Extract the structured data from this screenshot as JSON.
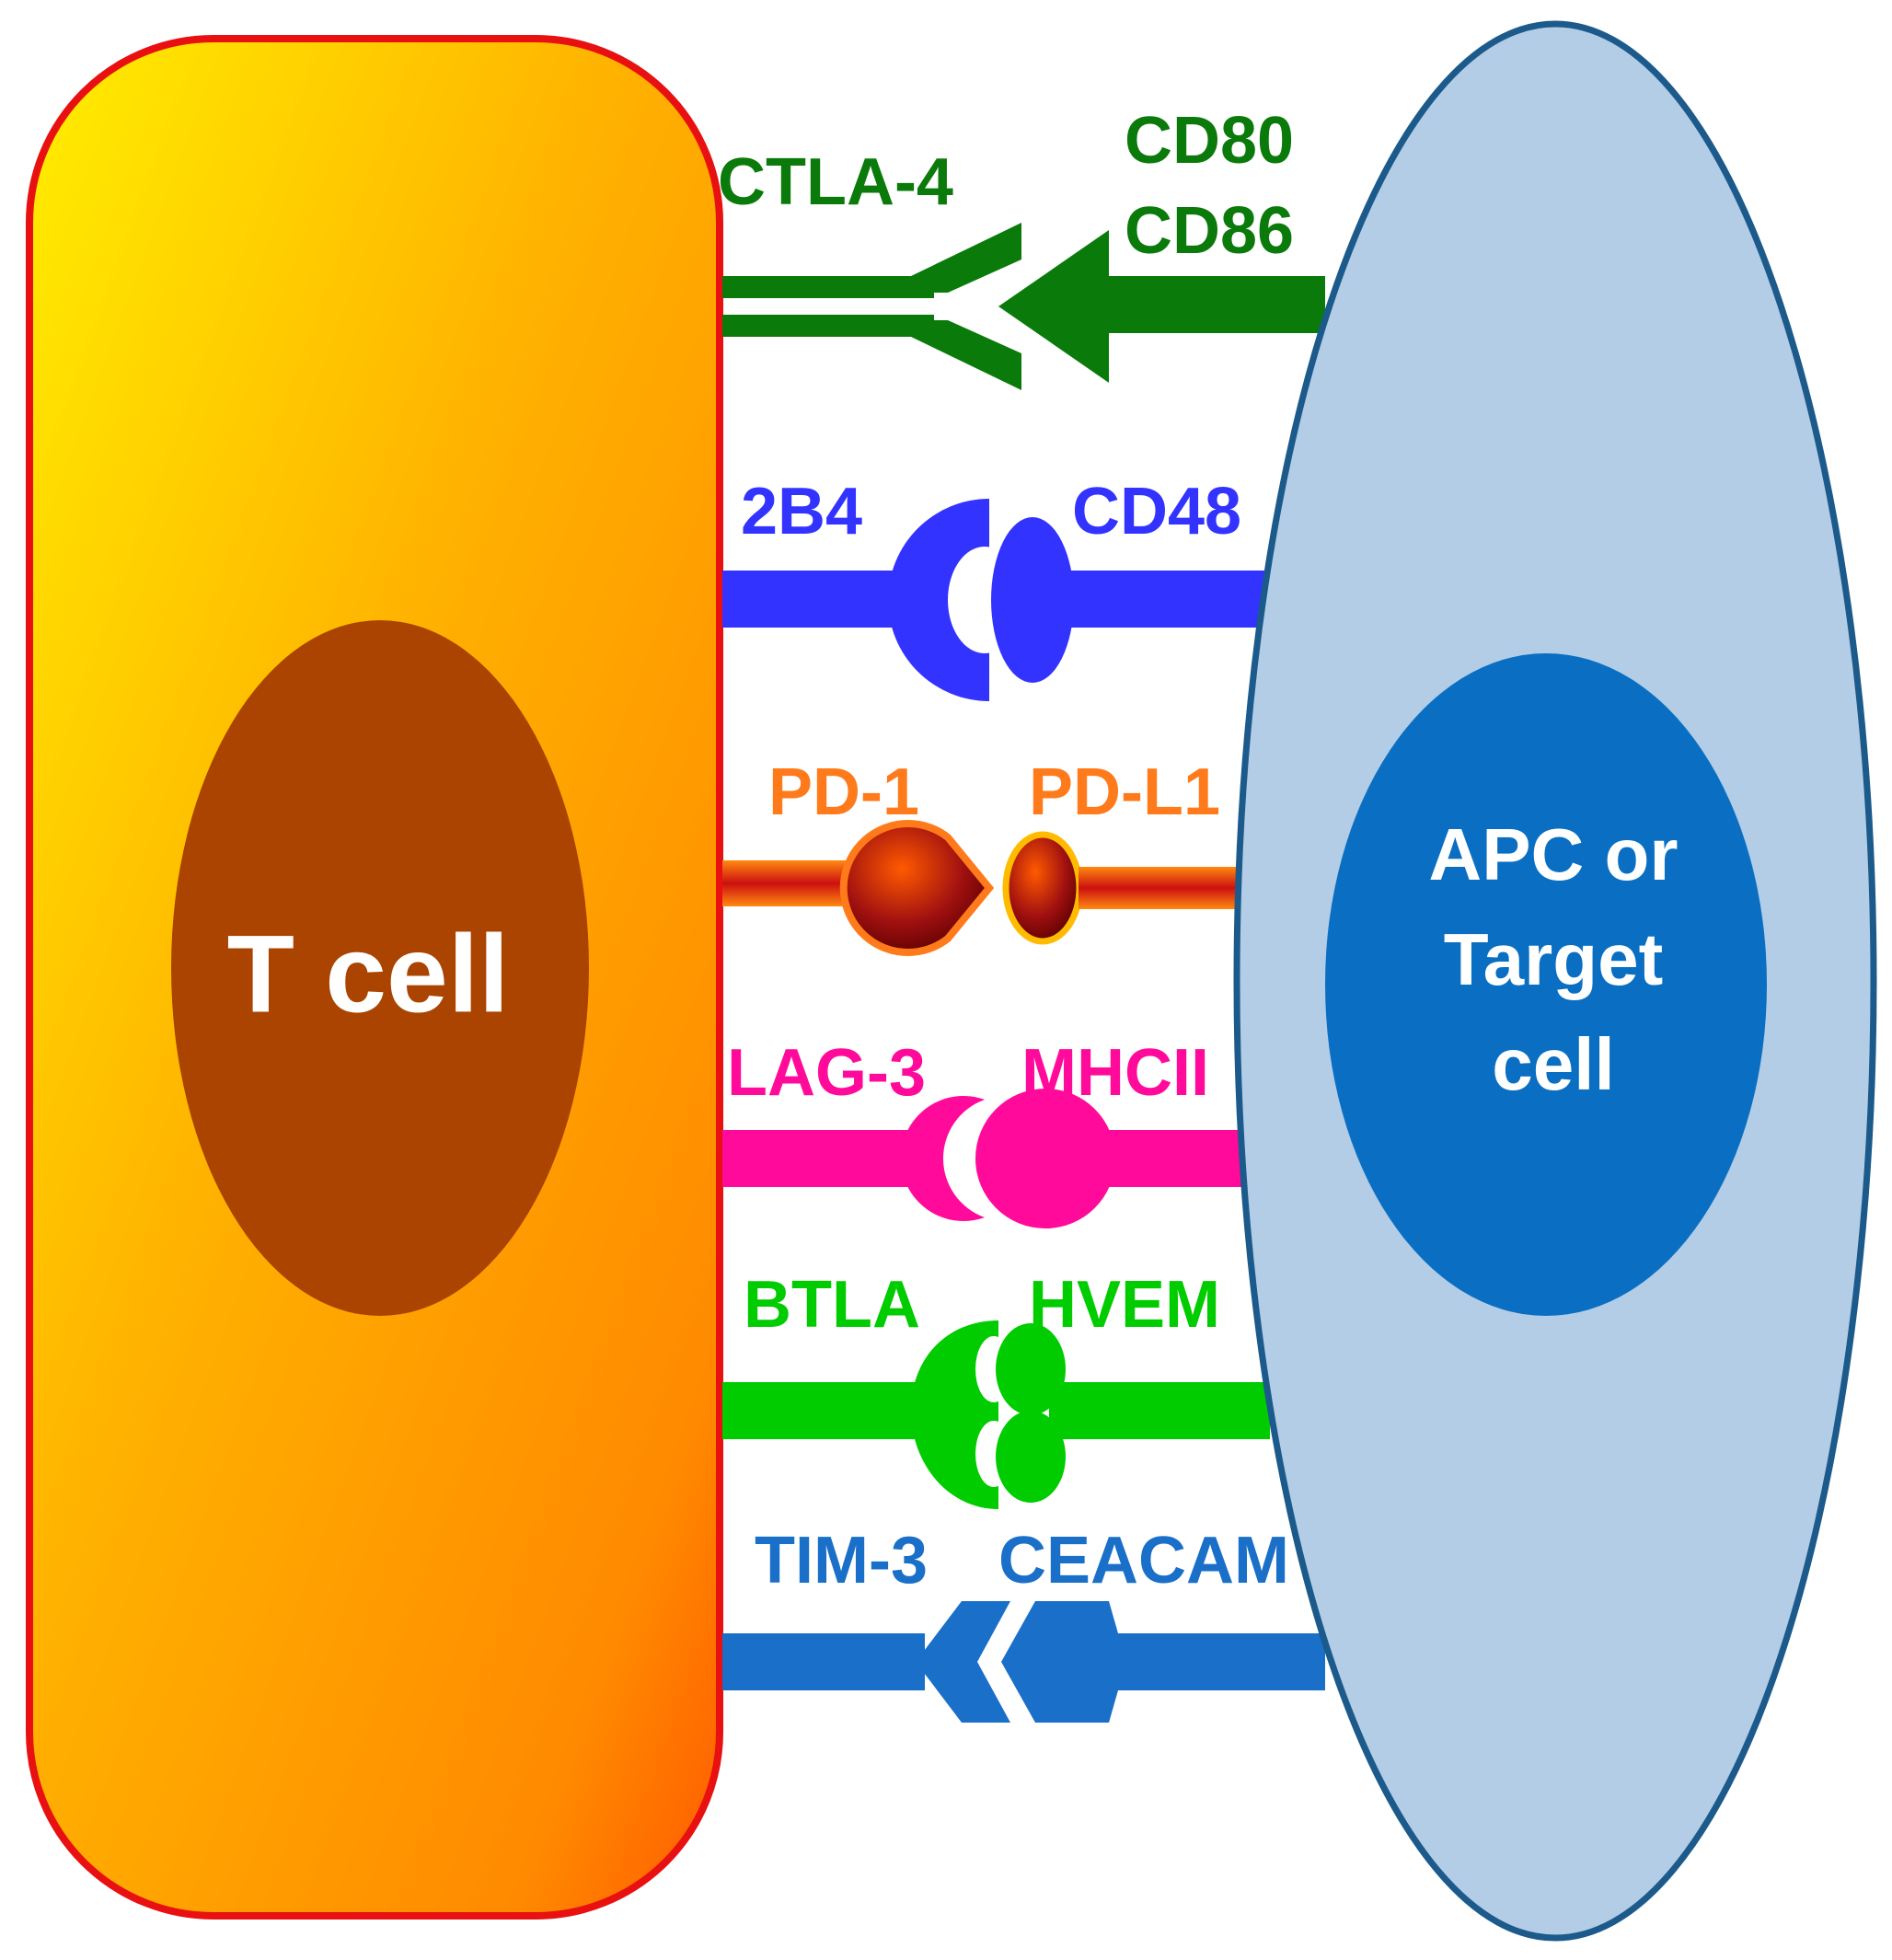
{
  "t_cell": {
    "label": "T cell"
  },
  "apc": {
    "label_lines": [
      "APC or",
      "Target",
      "cell"
    ]
  },
  "pairs": [
    {
      "receptor": "CTLA-4",
      "ligand_lines": [
        "CD80",
        "CD86"
      ],
      "color": "#0a7a0a"
    },
    {
      "receptor": "2B4",
      "ligand": "CD48",
      "color": "#3333ff"
    },
    {
      "receptor": "PD-1",
      "ligand": "PD-L1",
      "color": "#ff7a1a"
    },
    {
      "receptor": "LAG-3",
      "ligand": "MHCII",
      "color": "#ff0a9a"
    },
    {
      "receptor": "BTLA",
      "ligand": "HVEM",
      "color": "#00cc00"
    },
    {
      "receptor": "TIM-3",
      "ligand": "CEACAM",
      "color": "#1a6fc8"
    }
  ],
  "colors": {
    "t_cell_border": "#e81010",
    "t_cell_fill_top": "#ffee00",
    "t_cell_fill_bottom": "#ff6a00",
    "t_nucleus": "#aa4400",
    "apc_fill": "#b3cde6",
    "apc_border": "#1b5a8a",
    "apc_nucleus": "#0a6fc2"
  }
}
